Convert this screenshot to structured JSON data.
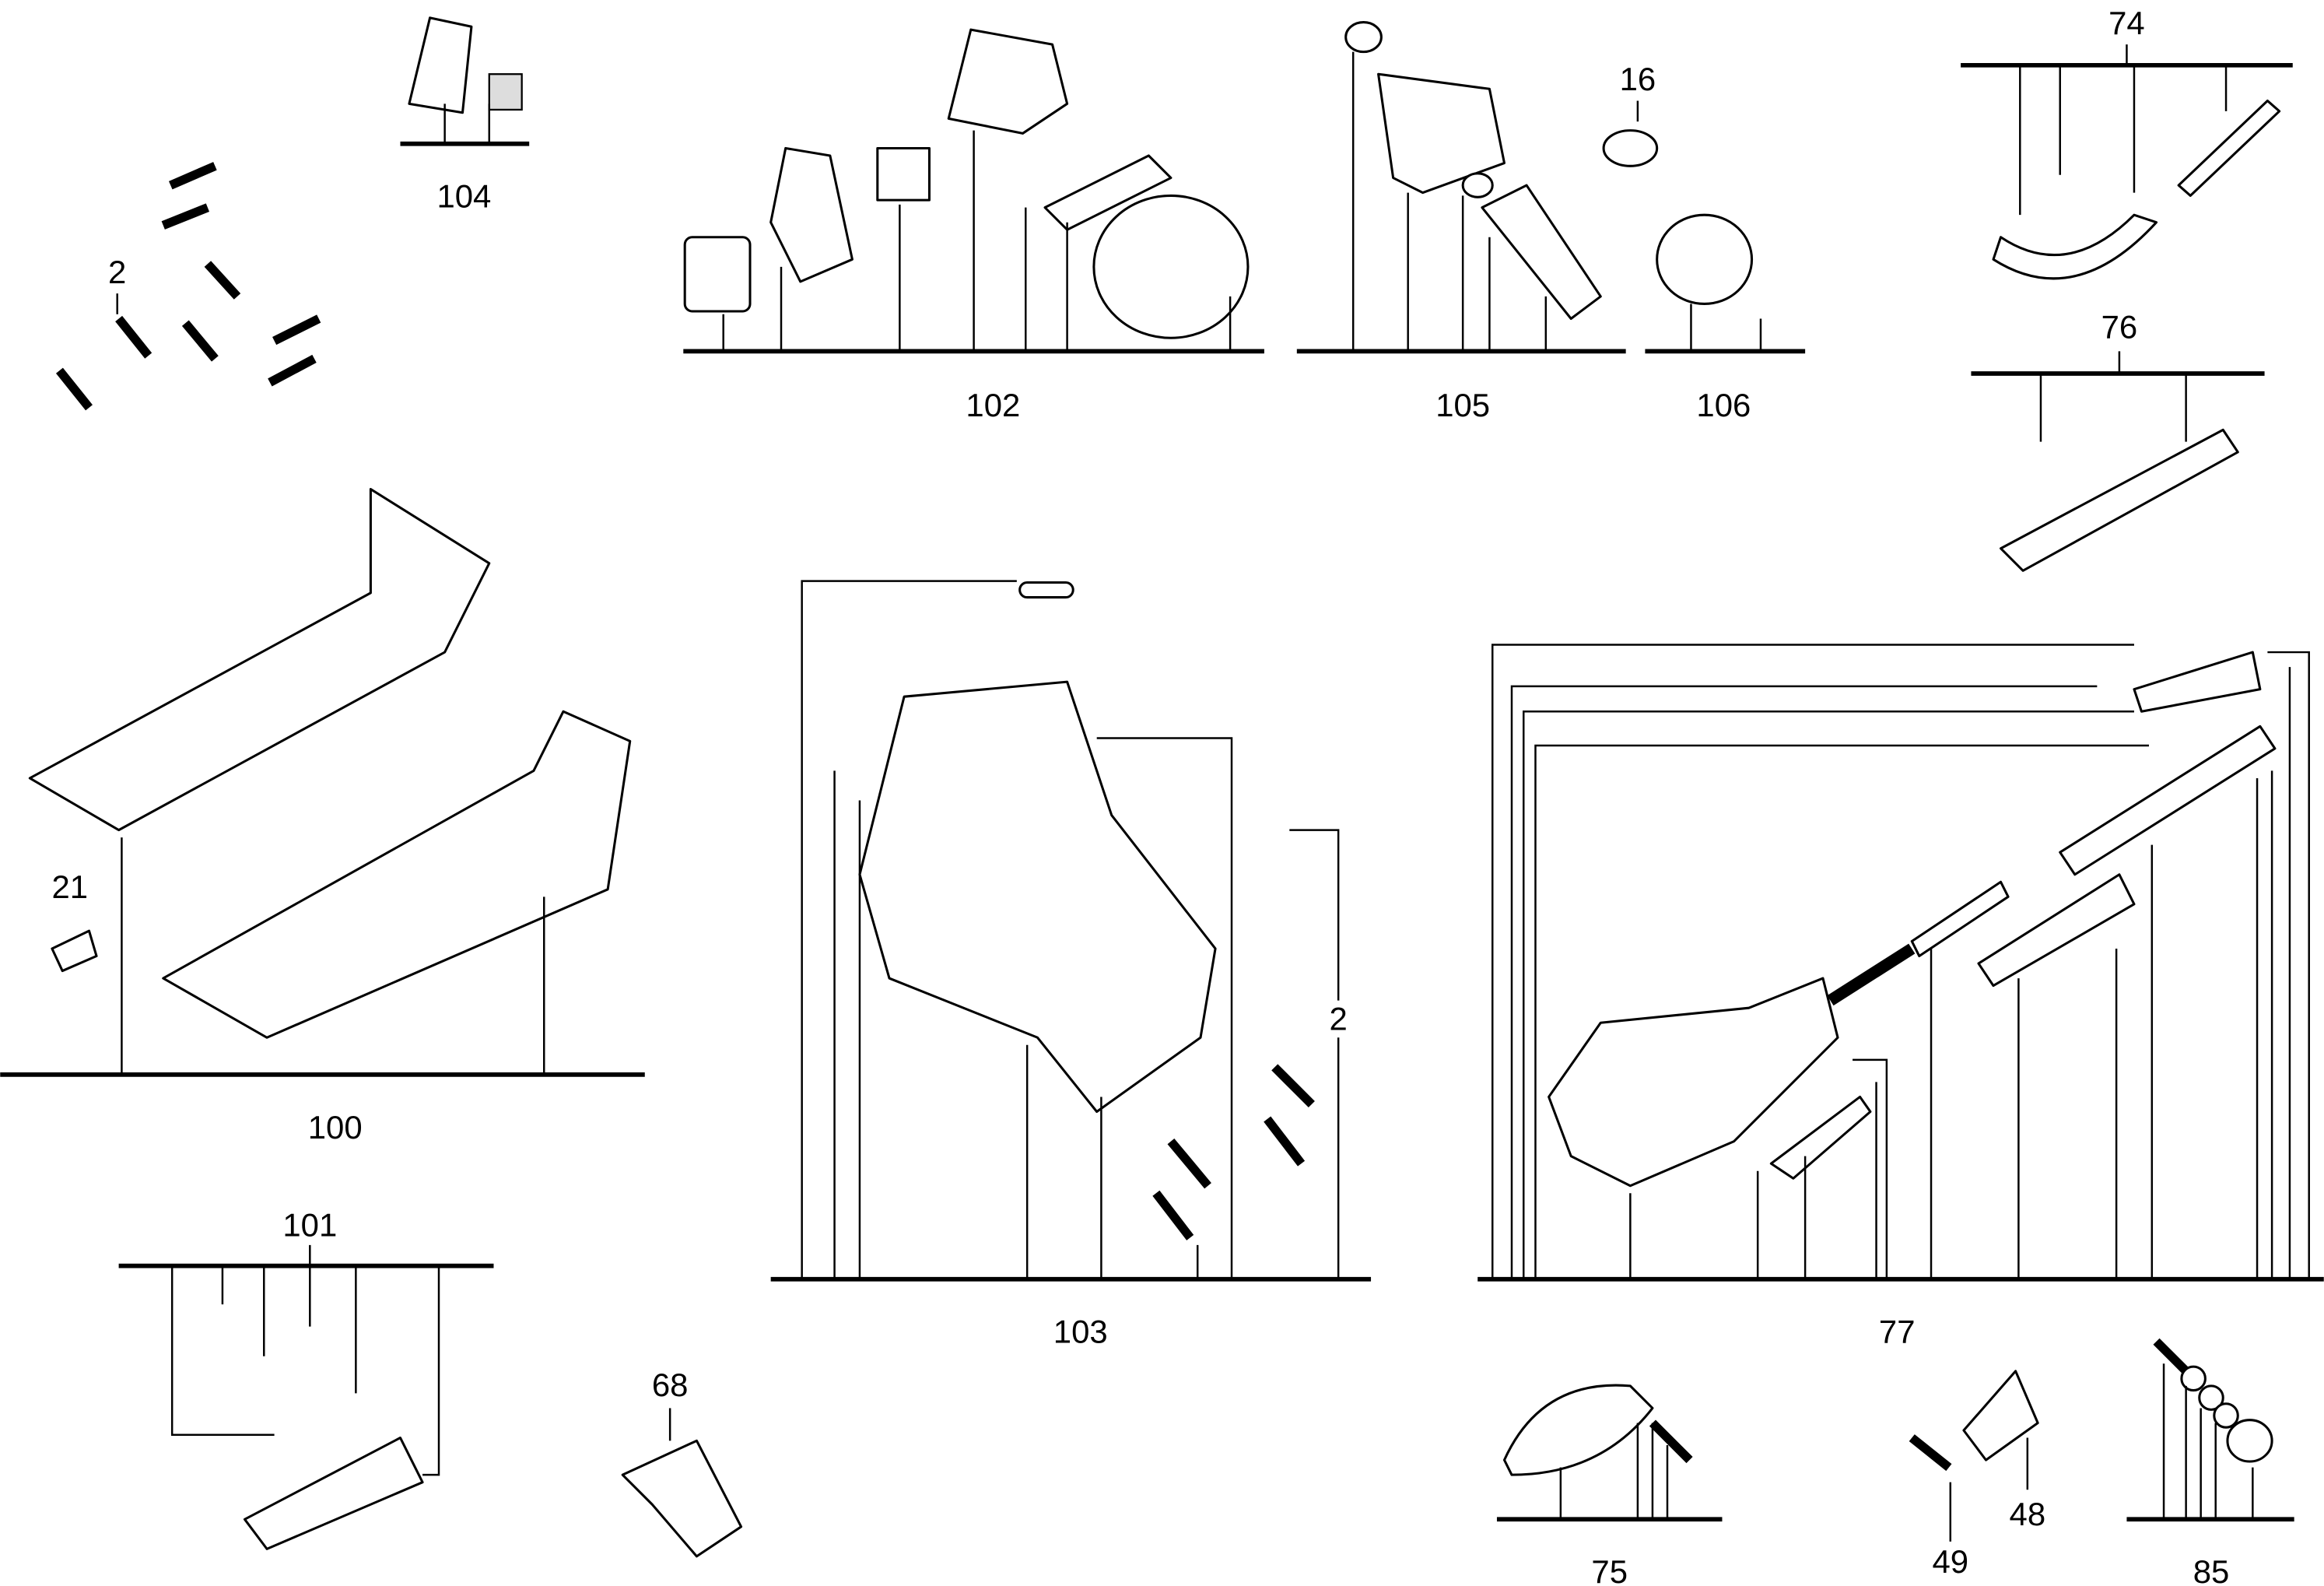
{
  "title": "Exploded parts diagram",
  "labels": {
    "p104": "104",
    "p2a": "2",
    "p102": "102",
    "p105": "105",
    "p16": "16",
    "p106": "106",
    "p74": "74",
    "p76": "76",
    "p100": "100",
    "p21": "21",
    "p103": "103",
    "p2b": "2",
    "p77": "77",
    "p101": "101",
    "p68": "68",
    "p75": "75",
    "p49": "49",
    "p48": "48",
    "p85": "85"
  }
}
